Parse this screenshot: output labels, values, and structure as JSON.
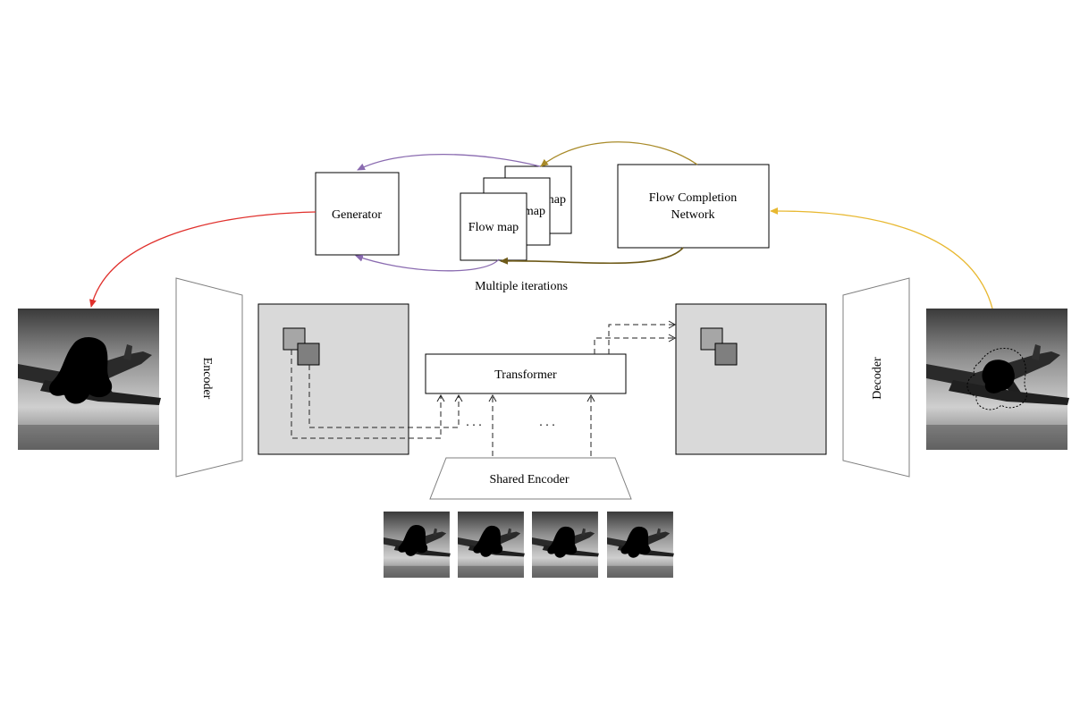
{
  "labels": {
    "generator": "Generator",
    "flow_map": "Flow map",
    "flow_map_back": "map",
    "flow_map_mid": "map",
    "flow_completion_line1": "Flow Completion",
    "flow_completion_line2": "Network",
    "multiple_iterations": "Multiple iterations",
    "encoder": "Encoder",
    "decoder": "Decoder",
    "transformer": "Transformer",
    "shared_encoder": "Shared Encoder",
    "ellipsis_left": ". . .",
    "ellipsis_right": ". . ."
  },
  "colors": {
    "red_arrow": "#e0302c",
    "purple_arrow": "#8a6bb0",
    "olive_arrow": "#a88a28",
    "yellow_arrow": "#e8b830",
    "dark_olive_arrow": "#6e5a18",
    "panel_fill": "#d9d9d9",
    "token_light": "#a6a6a6",
    "token_dark": "#7f7f7f"
  },
  "input_frames_count": 4
}
